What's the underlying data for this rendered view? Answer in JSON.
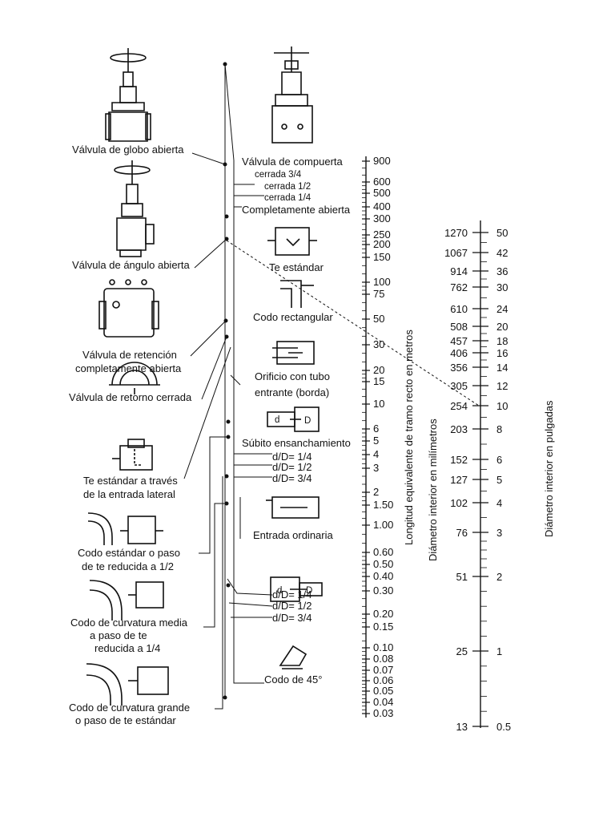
{
  "fittings_left": [
    {
      "id": "globe",
      "lines": [
        "Válvula de globo abierta"
      ]
    },
    {
      "id": "angle",
      "lines": [
        "Válvula de ángulo abierta"
      ]
    },
    {
      "id": "check",
      "lines": [
        "Válvula de retención",
        "completamente abierta"
      ]
    },
    {
      "id": "return",
      "lines": [
        "Válvula de retorno cerrada"
      ]
    },
    {
      "id": "tee-side",
      "lines": [
        "Te estándar a través",
        "de la entrada lateral"
      ]
    },
    {
      "id": "elbow-std",
      "lines": [
        "Codo estándar o paso",
        "de te reducida a 1/2"
      ]
    },
    {
      "id": "elbow-med",
      "lines": [
        "Codo de curvatura media",
        "a paso de te",
        "reducida a 1/4"
      ]
    },
    {
      "id": "elbow-long",
      "lines": [
        "Codo de curvatura grande",
        "o paso de te estándar"
      ]
    }
  ],
  "fittings_right": [
    {
      "id": "gate",
      "text": "Válvula de compuerta"
    },
    {
      "id": "gate-34",
      "text": "cerrada 3/4"
    },
    {
      "id": "gate-12",
      "text": "cerrada 1/2"
    },
    {
      "id": "gate-14",
      "text": "cerrada 1/4"
    },
    {
      "id": "gate-open",
      "text": "Completamente abierta"
    },
    {
      "id": "tee-std",
      "text": "Te estándar"
    },
    {
      "id": "elbow-rect",
      "text": "Codo rectangular"
    },
    {
      "id": "orifice-1",
      "text": "Orificio con tubo"
    },
    {
      "id": "orifice-2",
      "text": "entrante (borda)"
    },
    {
      "id": "sudden-exp",
      "text": "Súbito ensanchamiento"
    },
    {
      "id": "se-14",
      "text": "d/D= 1/4"
    },
    {
      "id": "se-12",
      "text": "d/D= 1/2"
    },
    {
      "id": "se-34",
      "text": "d/D= 3/4"
    },
    {
      "id": "entrance",
      "text": "Entrada ordinaria"
    },
    {
      "id": "sc-14",
      "text": "d/D= 1/4"
    },
    {
      "id": "sc-12",
      "text": "d/D= 1/2"
    },
    {
      "id": "sc-34",
      "text": "d/D= 3/4"
    },
    {
      "id": "elbow-45",
      "text": "Codo de 45°"
    }
  ],
  "symbol_letters": {
    "d": "d",
    "D": "D"
  },
  "length_scale": {
    "label": "Longitud equivalente de tramo recto en metros",
    "ticks": [
      "900",
      "600",
      "500",
      "400",
      "300",
      "250",
      "200",
      "150",
      "100",
      "75",
      "50",
      "30",
      "20",
      "15",
      "10",
      "6",
      "5",
      "4",
      "3",
      "2",
      "1.50",
      "1.00",
      "0.60",
      "0.50",
      "0.40",
      "0.30",
      "0.20",
      "0.15",
      "0.10",
      "0.08",
      "0.07",
      "0.06",
      "0.05",
      "0.04",
      "0.03"
    ]
  },
  "diameter_scale": {
    "label_mm": "Diámetro interior en milímetros",
    "label_in": "Diámetro interior en pulgadas",
    "mm": [
      "1270",
      "1067",
      "914",
      "762",
      "610",
      "508",
      "457",
      "406",
      "356",
      "305",
      "254",
      "203",
      "152",
      "127",
      "102",
      "76",
      "51",
      "25",
      "13"
    ],
    "inches": [
      "50",
      "42",
      "36",
      "30",
      "24",
      "20",
      "18",
      "16",
      "14",
      "12",
      "10",
      "8",
      "6",
      "5",
      "4",
      "3",
      "2",
      "1",
      "0.5"
    ]
  }
}
